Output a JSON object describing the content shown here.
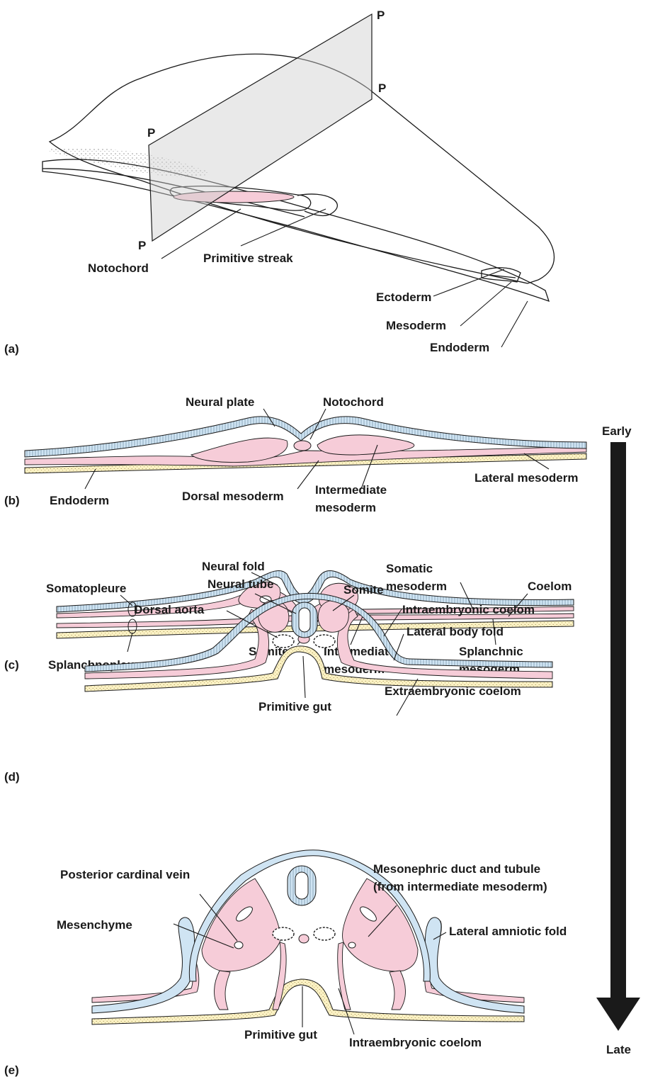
{
  "panels": {
    "a": {
      "tag": "(a)",
      "plane_labels": [
        "P",
        "P",
        "P",
        "P"
      ],
      "labels": {
        "notochord": "Notochord",
        "primitive_streak": "Primitive streak",
        "ectoderm": "Ectoderm",
        "mesoderm": "Mesoderm",
        "endoderm": "Endoderm"
      }
    },
    "b": {
      "tag": "(b)",
      "labels": {
        "neural_plate": "Neural plate",
        "notochord": "Notochord",
        "dorsal_mesoderm": "Dorsal mesoderm",
        "intermediate_mesoderm_1": "Intermediate",
        "intermediate_mesoderm_2": "mesoderm",
        "lateral_mesoderm": "Lateral mesoderm",
        "endoderm": "Endoderm"
      }
    },
    "c": {
      "tag": "(c)",
      "labels": {
        "neural_fold": "Neural fold",
        "somatic_mesoderm_1": "Somatic",
        "somatic_mesoderm_2": "mesoderm",
        "coelom": "Coelom",
        "somatopleure": "Somatopleure",
        "splanchnopleure": "Splanchnopleure",
        "somite": "Somite",
        "intermediate_mesoderm_1": "Intermediate",
        "intermediate_mesoderm_2": "mesoderm",
        "splanchnic_mesoderm_1": "Splanchnic",
        "splanchnic_mesoderm_2": "mesoderm"
      }
    },
    "d": {
      "tag": "(d)",
      "labels": {
        "neural_tube": "Neural tube",
        "somite": "Somite",
        "dorsal_aorta": "Dorsal aorta",
        "intraembryonic_coelom": "Intraembryonic coelom",
        "lateral_body_fold": "Lateral body fold",
        "primitive_gut": "Primitive gut",
        "extraembryonic_coelom": "Extraembryonic coelom"
      }
    },
    "e": {
      "tag": "(e)",
      "labels": {
        "posterior_cardinal_vein": "Posterior cardinal vein",
        "mesonephric_1": "Mesonephric duct and tubule",
        "mesonephric_2": "(from intermediate mesoderm)",
        "mesenchyme": "Mesenchyme",
        "lateral_amniotic_fold": "Lateral amniotic fold",
        "primitive_gut": "Primitive gut",
        "intraembryonic_coelom": "Intraembryonic coelom"
      }
    }
  },
  "timeline": {
    "start": "Early",
    "end": "Late"
  },
  "colors": {
    "ectoderm": "#cfe4f3",
    "mesoderm": "#f6ccd8",
    "endoderm": "#fbf1c4",
    "ink": "#1a1a1a"
  }
}
